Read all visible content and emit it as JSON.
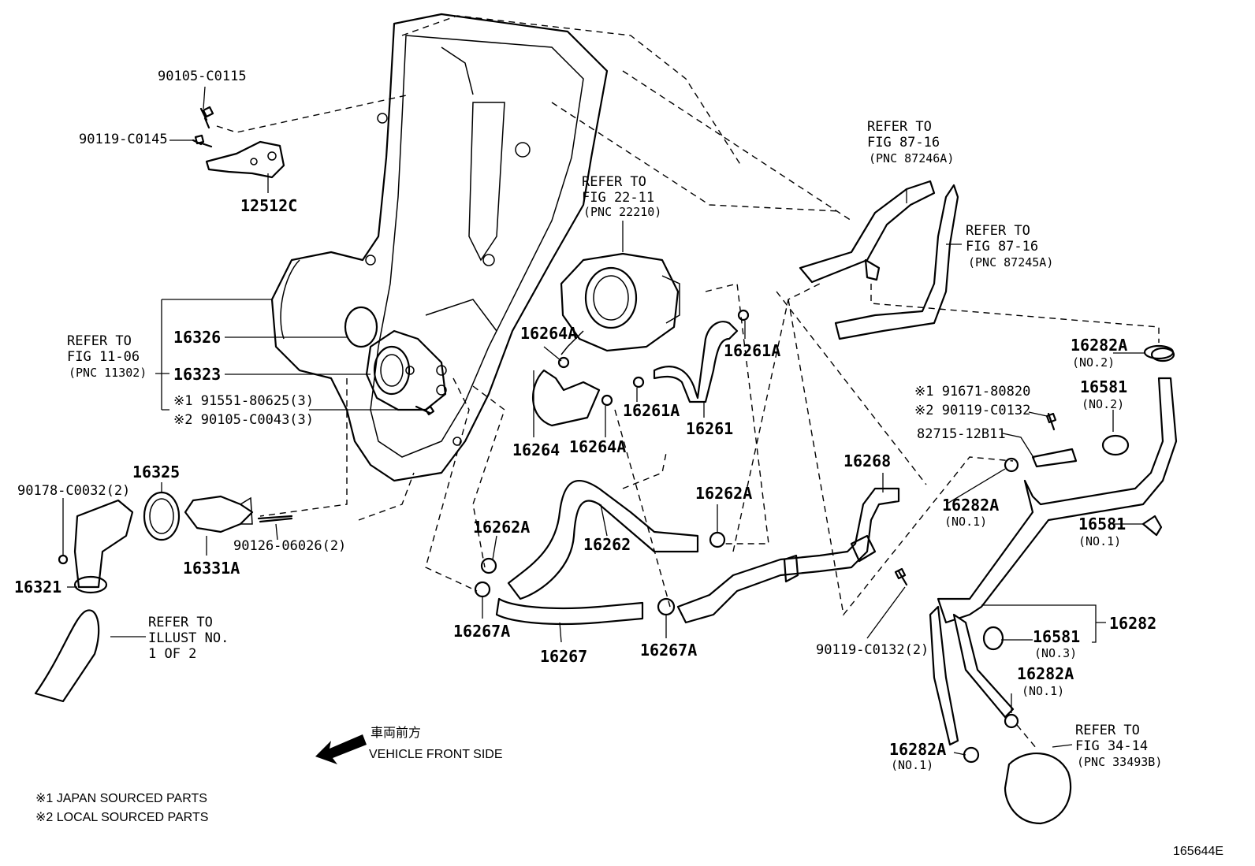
{
  "labels": {
    "p90105_c0115": "90105-C0115",
    "p90119_c0145": "90119-C0145",
    "p12512c": "12512C",
    "refer_fig22_11": [
      "REFER TO",
      "FIG 22-11",
      "(PNC 22210)"
    ],
    "refer_fig87_16_a": [
      "REFER TO",
      "FIG 87-16",
      "(PNC 87246A)"
    ],
    "refer_fig87_16_b": [
      "REFER TO",
      "FIG 87-16",
      "(PNC 87245A)"
    ],
    "refer_fig11_06": [
      "REFER TO",
      "FIG 11-06",
      "(PNC 11302)"
    ],
    "p16326": "16326",
    "p16323": "16323",
    "p91551": "※1 91551-80625(3)",
    "p90105_c0043": "※2 90105-C0043(3)",
    "p16264a_top": "16264A",
    "p16261a_top": "16261A",
    "p16261a_mid": "16261A",
    "p16261": "16261",
    "p16264": "16264",
    "p16264a_bot": "16264A",
    "p16282a_no2": "16282A",
    "no2_a": "(NO.2)",
    "p16581_no2": "16581",
    "no2_b": "(NO.2)",
    "p91671": "※1 91671-80820",
    "p90119_c0132": "※2 90119-C0132",
    "p82715": "82715-12B11",
    "p16268": "16268",
    "p16282a_no1_a": "16282A",
    "no1_a": "(NO.1)",
    "p16581_no1": "16581",
    "no1_b": "(NO.1)",
    "p90178": "90178-C0032(2)",
    "p16325": "16325",
    "p16331a": "16331A",
    "p90126": "90126-06026(2)",
    "p16321": "16321",
    "p16262a_a": "16262A",
    "p16262a_b": "16262A",
    "p16262": "16262",
    "p16267a_a": "16267A",
    "p16267": "16267",
    "p16267a_b": "16267A",
    "p90119_c0132_2": "90119-C0132(2)",
    "p16282": "16282",
    "p16581_no3": "16581",
    "no3": "(NO.3)",
    "p16282a_no1_b": "16282A",
    "no1_c": "(NO.1)",
    "p16282a_no1_c": "16282A",
    "no1_d": "(NO.1)",
    "refer_illust": [
      "REFER TO",
      "ILLUST NO.",
      "1 OF 2"
    ],
    "refer_fig34_14": [
      "REFER TO",
      "FIG 34-14",
      "(PNC 33493B)"
    ],
    "front_jp": "車両前方",
    "front_en": "VEHICLE FRONT SIDE",
    "footnote_1": "※1 JAPAN SOURCED PARTS",
    "footnote_2": "※2 LOCAL SOURCED PARTS",
    "diagram_id": "165644E"
  }
}
